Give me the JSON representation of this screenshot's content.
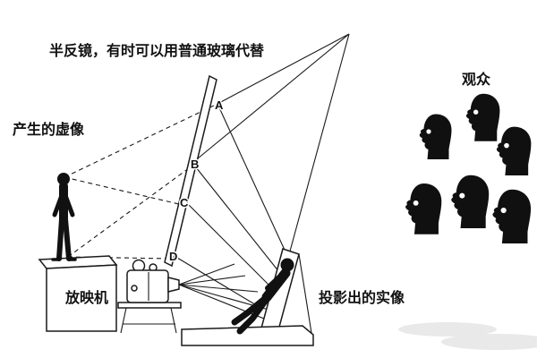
{
  "labels": {
    "half_mirror": "半反镜，有时可以用普通玻璃代替",
    "audience": "观众",
    "virtual_image": "产生的虚像",
    "projector": "放映机",
    "real_image": "投影出的实像"
  },
  "points": {
    "a": "A",
    "b": "B",
    "c": "C",
    "d": "D"
  },
  "colors": {
    "ink": "#111111",
    "background": "#ffffff",
    "shadow": "#e9e9e9"
  }
}
